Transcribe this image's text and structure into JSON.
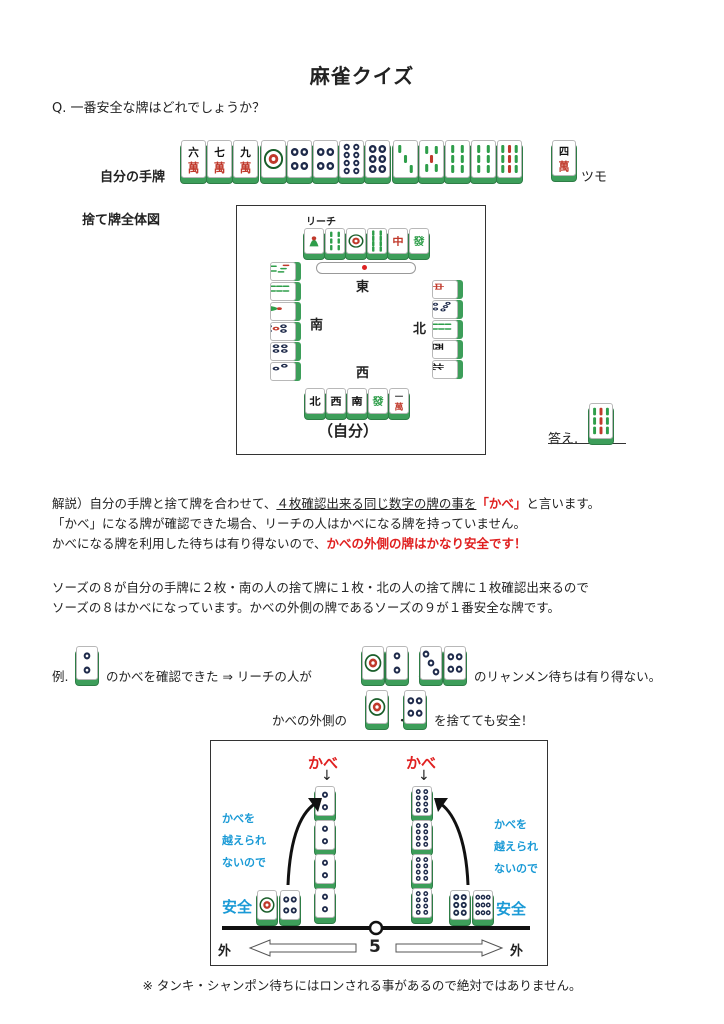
{
  "title": "麻雀クイズ",
  "question": "Q. 一番安全な牌はどれでしょうか？",
  "hand": {
    "label": "自分の手牌",
    "tiles": [
      "六萬",
      "七萬",
      "九萬",
      "1筒",
      "4筒",
      "4筒",
      "8筒",
      "6筒",
      "3索",
      "5索",
      "6索",
      "6索",
      "9索"
    ],
    "tsumo_tile": "四萬",
    "tsumo_label": "ツモ"
  },
  "discards": {
    "label": "捨て牌全体図",
    "riichi_label": "リーチ",
    "winds": {
      "east": "東",
      "south": "南",
      "west": "西",
      "north": "北"
    },
    "self_label": "（自分）",
    "east_tiles": [
      "1索",
      "6索",
      "1筒",
      "8索",
      "中",
      "發"
    ],
    "south_tiles": [
      "7索",
      "8索",
      "1索",
      "5筒",
      "6筒",
      "3筒"
    ],
    "north_tiles": [
      "中",
      "7筒",
      "8索",
      "西",
      "北"
    ],
    "self_tiles": [
      "北",
      "西",
      "南",
      "發",
      "一萬"
    ]
  },
  "answer": {
    "label": "答え.",
    "tile": "9索"
  },
  "explanation": {
    "p1_prefix": "解説）自分の手牌と捨て牌を合わせて、",
    "p1_underline": "４枚確認出来る同じ数字の牌の事を",
    "p1_kabe": "「かべ」",
    "p1_suffix": "と言います。",
    "p2": "「かべ」になる牌が確認できた場合、リーチの人はかべになる牌を持っていません。",
    "p3_prefix": "かべになる牌を利用した待ちは有り得ないので、",
    "p3_red": "かべの外側の牌はかなり安全です！",
    "p4": "ソーズの８が自分の手牌に２枚・南の人の捨て牌に１枚・北の人の捨て牌に１枚確認出来るので",
    "p5": "ソーズの８はかべになっています。かべの外側の牌であるソーズの９が１番安全な牌です。"
  },
  "example": {
    "prefix": "例.",
    "text1": "のかべを確認できた ⇒ リーチの人が",
    "dot": "・",
    "text2": "のリャンメン待ちは有り得ない。",
    "text3": "かべの外側の",
    "text4": "を捨てても安全！"
  },
  "diagram": {
    "kabe_left": "かべ",
    "kabe_right": "かべ",
    "left_note": [
      "かべを",
      "越えられ",
      "ないので"
    ],
    "right_note": [
      "かべを",
      "越えられ",
      "ないので"
    ],
    "safe_left": "安全",
    "safe_right": "安全",
    "out_left": "外",
    "out_right": "外",
    "center_number": "5"
  },
  "footnote": "※ タンキ・シャンポン待ちにはロンされる事があるので絶対ではありません。"
}
